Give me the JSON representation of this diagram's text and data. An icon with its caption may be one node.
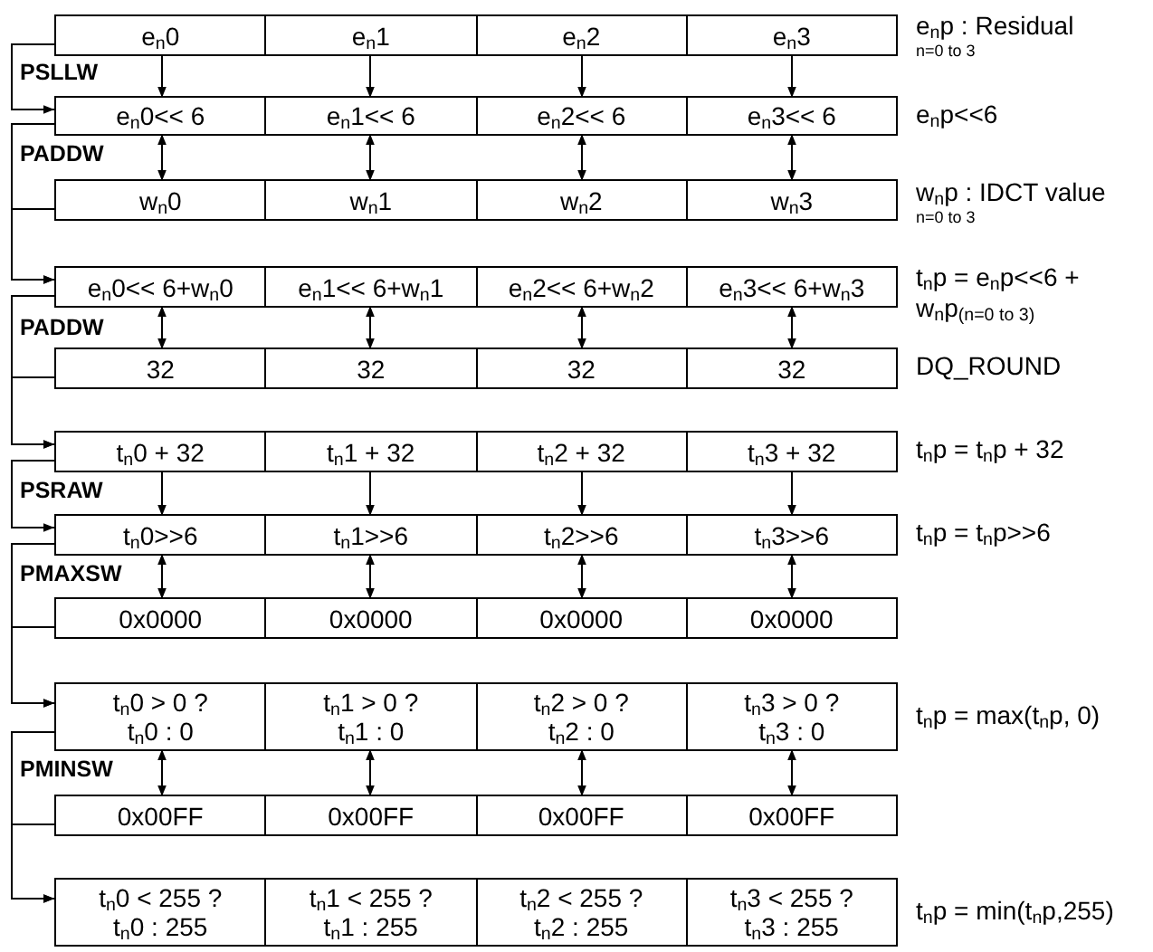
{
  "diagram": {
    "nodes": [
      {
        "text": [],
        "shape": "box",
        "beside": [
          "e$_{n}$p : Residual",
          "n=0 to 3"
        ]
      },
      {
        "text": [
          "e$_{n}$0"
        ],
        "in": 0
      },
      {
        "text": [
          "e$_{n}$1"
        ],
        "in": 0
      },
      {
        "text": [
          "e$_{n}$2"
        ],
        "in": 0
      },
      {
        "text": [
          "e$_{n}$3"
        ],
        "in": 0
      },
      {
        "text": [],
        "shape": "box",
        "beside": [
          "e$_{n}$p<<6"
        ]
      },
      {
        "text": [
          "e$_{n}$0<< 6"
        ],
        "in": 5
      },
      {
        "text": [
          "e$_{n}$1<< 6"
        ],
        "in": 5
      },
      {
        "text": [
          "e$_{n}$2<< 6"
        ],
        "in": 5
      },
      {
        "text": [
          "e$_{n}$3<< 6"
        ],
        "in": 5
      },
      {
        "text": [],
        "shape": "box",
        "beside": [
          "w$_{n}$p : IDCT value",
          "n=0 to 3"
        ]
      },
      {
        "text": [
          "w$_{n}$0"
        ],
        "in": 10
      },
      {
        "text": [
          "w$_{n}$1"
        ],
        "in": 10
      },
      {
        "text": [
          "w$_{n}$2"
        ],
        "in": 10
      },
      {
        "text": [
          "w$_{n}$3"
        ],
        "in": 10
      },
      {
        "text": [],
        "shape": "box",
        "beside": [
          "t$_{n}$p = e$_{n}$p<<6 + w$_{n}$p$_{(n=0 to 3)}$"
        ]
      },
      {
        "text": [
          "e$_{n}$0<< 6+w$_{n}$0"
        ],
        "in": 15
      },
      {
        "text": [
          "e$_{n}$1<< 6+w$_{n}$1"
        ],
        "in": 15
      },
      {
        "text": [
          "e$_{n}$2<< 6+w$_{n}$2"
        ],
        "in": 15
      },
      {
        "text": [
          "e$_{n}$3<< 6+w$_{n}$3"
        ],
        "in": 15
      },
      {
        "text": [],
        "shape": "box",
        "beside": [
          "DQ_ROUND"
        ]
      },
      {
        "text": [
          "32"
        ],
        "in": 20
      },
      {
        "text": [
          "32"
        ],
        "in": 20
      },
      {
        "text": [
          "32"
        ],
        "in": 20
      },
      {
        "text": [
          "32"
        ],
        "in": 20
      },
      {
        "text": [],
        "shape": "box",
        "beside": [
          "t$_{n}$p = t$_{n}$p + 32"
        ]
      },
      {
        "text": [
          "t$_{n}$0 + 32"
        ],
        "in": 25
      },
      {
        "text": [
          "t$_{n}$1 + 32"
        ],
        "in": 25
      },
      {
        "text": [
          "t$_{n}$2 + 32"
        ],
        "in": 25
      },
      {
        "text": [
          "t$_{n}$3 + 32"
        ],
        "in": 25
      },
      {
        "text": [],
        "shape": "box",
        "beside": [
          "t$_{n}$p = t$_{n}$p>>6"
        ]
      },
      {
        "text": [
          "t$_{n}$0>>6"
        ],
        "in": 30
      },
      {
        "text": [
          "t$_{n}$1>>6"
        ],
        "in": 30
      },
      {
        "text": [
          "t$_{n}$2>>6"
        ],
        "in": 30
      },
      {
        "text": [
          "t$_{n}$3>>6"
        ],
        "in": 30
      },
      {
        "text": [],
        "shape": "box"
      },
      {
        "text": [
          "0x0000"
        ],
        "in": 35
      },
      {
        "text": [
          "0x0000"
        ],
        "in": 35
      },
      {
        "text": [
          "0x0000"
        ],
        "in": 35
      },
      {
        "text": [
          "0x0000"
        ],
        "in": 35
      },
      {
        "text": [],
        "shape": "box",
        "beside": [
          "t$_{n}$p = max(t$_{n}$p, 0)"
        ]
      },
      {
        "text": [
          "t$_{n}$0 > 0 ?",
          "t$_{n}$0 : 0"
        ],
        "in": 40
      },
      {
        "text": [
          "t$_{n}$1 > 0 ?",
          "t$_{n}$1 : 0"
        ],
        "in": 40
      },
      {
        "text": [
          "t$_{n}$2 > 0 ?",
          "t$_{n}$2 : 0"
        ],
        "in": 40
      },
      {
        "text": [
          "t$_{n}$3 > 0 ?",
          "t$_{n}$3 : 0"
        ],
        "in": 40
      },
      {
        "text": [],
        "shape": "box"
      },
      {
        "text": [
          "0x00FF"
        ],
        "in": 45
      },
      {
        "text": [
          "0x00FF"
        ],
        "in": 45
      },
      {
        "text": [
          "0x00FF"
        ],
        "in": 45
      },
      {
        "text": [
          "0x00FF"
        ],
        "in": 45
      },
      {
        "text": [],
        "shape": "box",
        "beside": [
          "t$_{n}$p = min(t$_{n}$p,255)"
        ]
      },
      {
        "text": [
          "t$_{n}$0 < 255 ?",
          "t$_{n}$0 : 255"
        ],
        "in": 50
      },
      {
        "text": [
          "t$_{n}$1 < 255 ?",
          "t$_{n}$1 : 255"
        ],
        "in": 50
      },
      {
        "text": [
          "t$_{n}$2 < 255 ?",
          "t$_{n}$2 : 255"
        ],
        "in": 50
      },
      {
        "text": [
          "t$_{n}$3 < 255 ?",
          "t$_{n}$3 : 255"
        ],
        "in": 50
      }
    ],
    "edges": [
      {
        "from": 0,
        "to": 5,
        "arrow": "to"
      },
      {
        "from": 1,
        "to": 6,
        "arrow": "to"
      },
      {
        "from": 2,
        "to": 7,
        "arrow": "to"
      },
      {
        "from": 3,
        "to": 8,
        "arrow": "to"
      },
      {
        "from": 4,
        "to": 9,
        "arrow": "to"
      },
      {
        "from": 5,
        "to": 15,
        "arrow": "to"
      },
      {
        "from": 10,
        "to": 15,
        "arrow": "to"
      },
      {
        "from": 6,
        "to": 11,
        "arrow": "both"
      },
      {
        "from": 7,
        "to": 12,
        "arrow": "both"
      },
      {
        "from": 8,
        "to": 13,
        "arrow": "both"
      },
      {
        "from": 9,
        "to": 14,
        "arrow": "both"
      },
      {
        "from": 15,
        "to": 25,
        "arrow": "to"
      },
      {
        "from": 20,
        "to": 25,
        "arrow": "to"
      },
      {
        "from": 16,
        "to": 21,
        "arrow": "both"
      },
      {
        "from": 17,
        "to": 22,
        "arrow": "both"
      },
      {
        "from": 18,
        "to": 23,
        "arrow": "both"
      },
      {
        "from": 19,
        "to": 24,
        "arrow": "both"
      },
      {
        "from": 25,
        "to": 30,
        "arrow": "to"
      },
      {
        "from": 26,
        "to": 31,
        "arrow": "to"
      },
      {
        "from": 27,
        "to": 32,
        "arrow": "to"
      },
      {
        "from": 28,
        "to": 33,
        "arrow": "to"
      },
      {
        "from": 29,
        "to": 34,
        "arrow": "to"
      },
      {
        "from": 30,
        "to": 40,
        "arrow": "to"
      },
      {
        "from": 35,
        "to": 40,
        "arrow": "to"
      },
      {
        "from": 31,
        "to": 36,
        "arrow": "both"
      },
      {
        "from": 32,
        "to": 37,
        "arrow": "both"
      },
      {
        "from": 33,
        "to": 38,
        "arrow": "both"
      },
      {
        "from": 34,
        "to": 39,
        "arrow": "both"
      },
      {
        "from": 40,
        "to": 50,
        "arrow": "to"
      },
      {
        "from": 45,
        "to": 50,
        "arrow": "to"
      },
      {
        "from": 41,
        "to": 46,
        "arrow": "both"
      },
      {
        "from": 42,
        "to": 47,
        "arrow": "both"
      },
      {
        "from": 43,
        "to": 48,
        "arrow": "both"
      },
      {
        "from": 44,
        "to": 49,
        "arrow": "both"
      }
    ],
    "labels": [
      "PSLLW",
      "PADDW",
      "PADDW",
      "PSRAW",
      "PMAXSW",
      "PMINSW"
    ]
  }
}
